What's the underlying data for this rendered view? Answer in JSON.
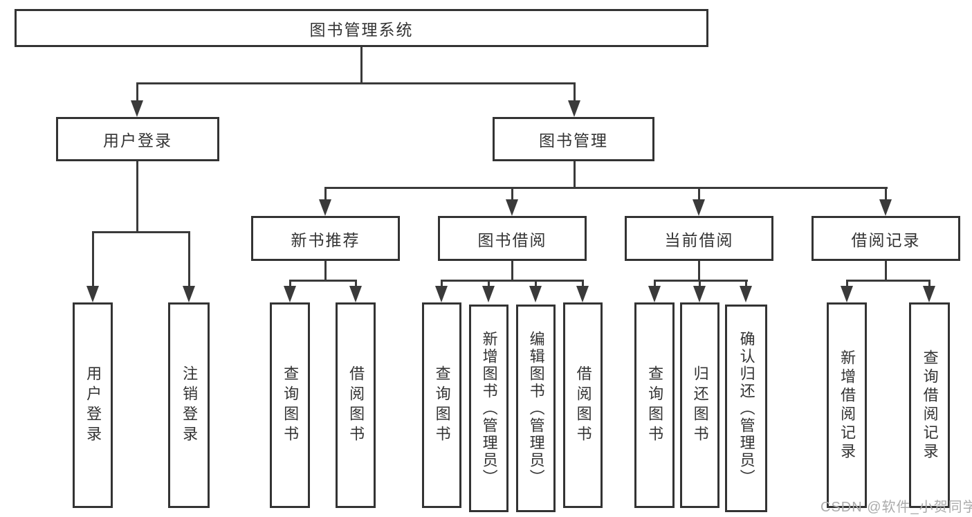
{
  "nodes": {
    "root": "图书管理系统",
    "user_login": "用户登录",
    "book_mgmt": "图书管理",
    "new_book_rec": "新书推荐",
    "book_borrow": "图书借阅",
    "current_borrow": "当前借阅",
    "borrow_record": "借阅记录",
    "leaf_user_login": "用户登录",
    "leaf_logout": "注销登录",
    "leaf_nb_query": "查询图书",
    "leaf_nb_borrow": "借阅图书",
    "leaf_bb_query": "查询图书",
    "leaf_bb_add": "新增图书（管理员）",
    "leaf_bb_edit": "编辑图书（管理员）",
    "leaf_bb_borrow": "借阅图书",
    "leaf_cb_query": "查询图书",
    "leaf_cb_return": "归还图书",
    "leaf_cb_confirm": "确认归还（管理员）",
    "leaf_br_add": "新增借阅记录",
    "leaf_br_query": "查询借阅记录"
  },
  "watermark": "CSDN @软件_小贺同学",
  "colors": {
    "line": "#3a3a3a",
    "border": "#333333",
    "text": "#333333",
    "watermark": "#ababab",
    "background": "#ffffff"
  }
}
